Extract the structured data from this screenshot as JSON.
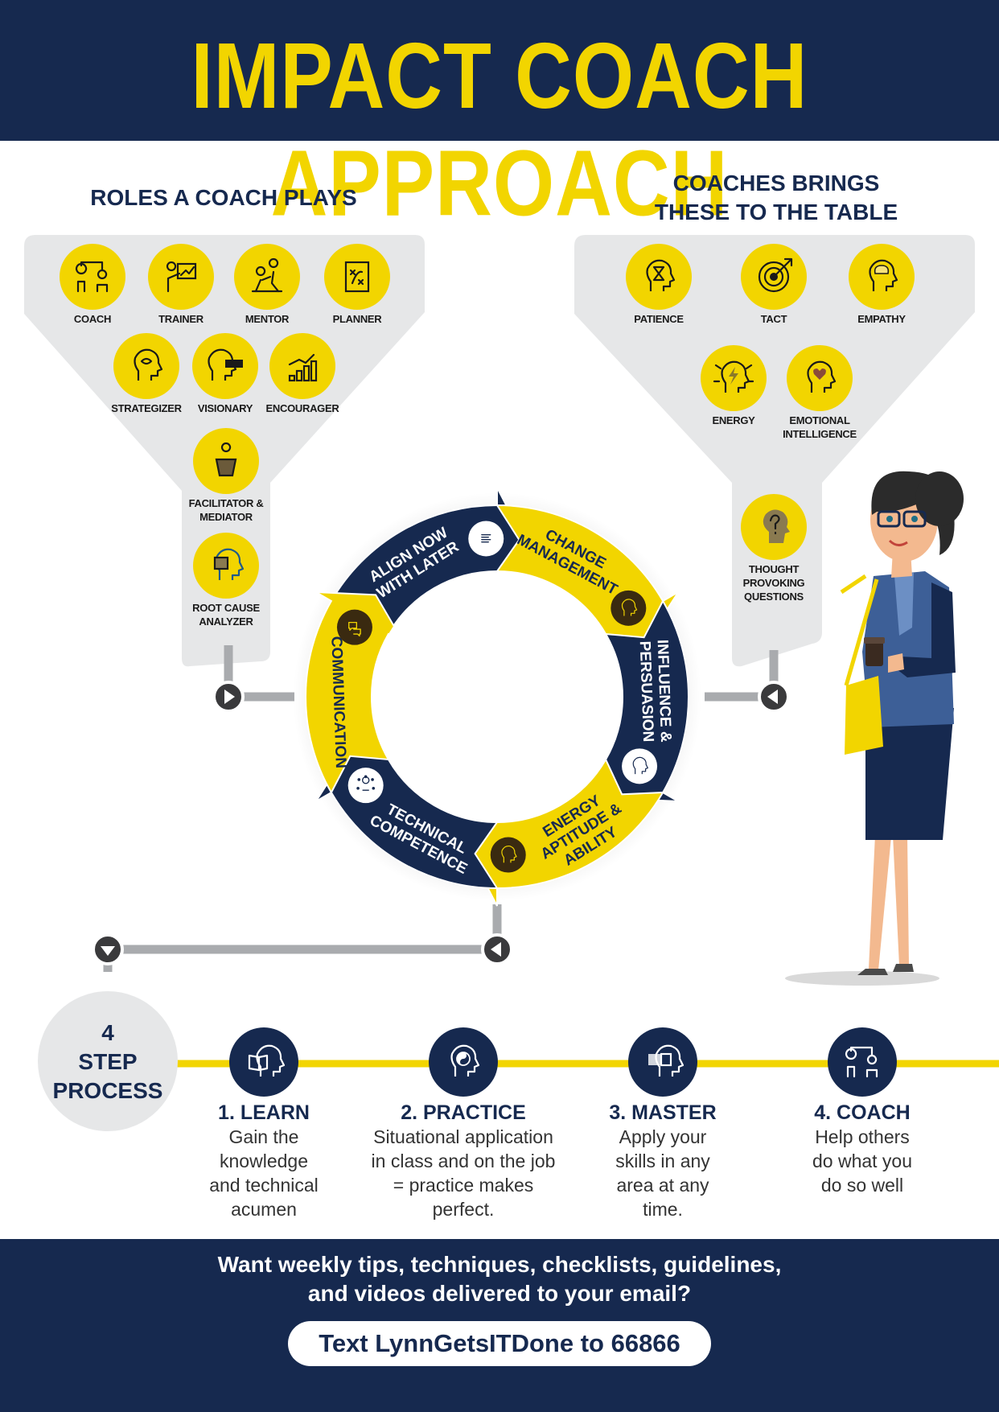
{
  "title": "IMPACT COACH APPROACH",
  "roles": {
    "heading": "ROLES A COACH PLAYS",
    "items": [
      {
        "label": "COACH",
        "icon": "coach-icon"
      },
      {
        "label": "TRAINER",
        "icon": "trainer-icon"
      },
      {
        "label": "MENTOR",
        "icon": "mentor-icon"
      },
      {
        "label": "PLANNER",
        "icon": "planner-icon"
      },
      {
        "label": "STRATEGIZER",
        "icon": "strategizer-icon"
      },
      {
        "label": "VISIONARY",
        "icon": "visionary-icon"
      },
      {
        "label": "ENCOURAGER",
        "icon": "encourager-icon"
      },
      {
        "label": "FACILITATOR &\nMEDIATOR",
        "icon": "facilitator-icon"
      },
      {
        "label": "ROOT CAUSE\nANALYZER",
        "icon": "root-cause-icon"
      }
    ]
  },
  "brings": {
    "heading": "COACHES BRINGS\nTHESE TO THE TABLE",
    "items": [
      {
        "label": "PATIENCE",
        "icon": "hourglass-head-icon"
      },
      {
        "label": "TACT",
        "icon": "target-icon"
      },
      {
        "label": "EMPATHY",
        "icon": "brain-head-icon"
      },
      {
        "label": "ENERGY",
        "icon": "lightning-head-icon"
      },
      {
        "label": "EMOTIONAL\nINTELLIGENCE",
        "icon": "heart-head-icon"
      },
      {
        "label": "THOUGHT\nPROVOKING\nQUESTIONS",
        "icon": "question-head-icon"
      }
    ]
  },
  "cycle": {
    "segments": [
      {
        "label": "ALIGN NOW\nWITH LATER",
        "icon": "document-icon"
      },
      {
        "label": "CHANGE\nMANAGEMENT",
        "icon": "gears-head-icon"
      },
      {
        "label": "INFLUENCE &\nPERSUASION",
        "icon": "speaking-head-icon"
      },
      {
        "label": "ENERGY\nAPTITUDE &\nABILITY",
        "icon": "lightbulb-head-icon"
      },
      {
        "label": "TECHNICAL\nCOMPETENCE",
        "icon": "network-person-icon"
      },
      {
        "label": "COMMUNICATION",
        "icon": "chat-bubbles-icon"
      }
    ]
  },
  "process": {
    "heading": "4\nSTEP\nPROCESS",
    "steps": [
      {
        "title": "1. LEARN",
        "desc": "Gain the\nknowledge\nand technical\nacumen",
        "icon": "book-head-icon"
      },
      {
        "title": "2. PRACTICE",
        "desc": "Situational application\nin class and on the job\n= practice makes\nperfect.",
        "icon": "yin-yang-head-icon"
      },
      {
        "title": "3. MASTER",
        "desc": "Apply your\nskills in any\narea at any\ntime.",
        "icon": "puzzle-head-icon"
      },
      {
        "title": "4. COACH",
        "desc": "Help others\ndo what you\ndo so well",
        "icon": "coach-icon"
      }
    ]
  },
  "footer": {
    "cta": "Want weekly tips, techniques, checklists, guidelines,\nand videos delivered to your email?",
    "sms": "Text LynnGetsITDone to 66866"
  },
  "colors": {
    "navy": "#16294f",
    "yellow": "#f2d500",
    "gray": "#e6e7e8",
    "connector": "#a9abae"
  }
}
